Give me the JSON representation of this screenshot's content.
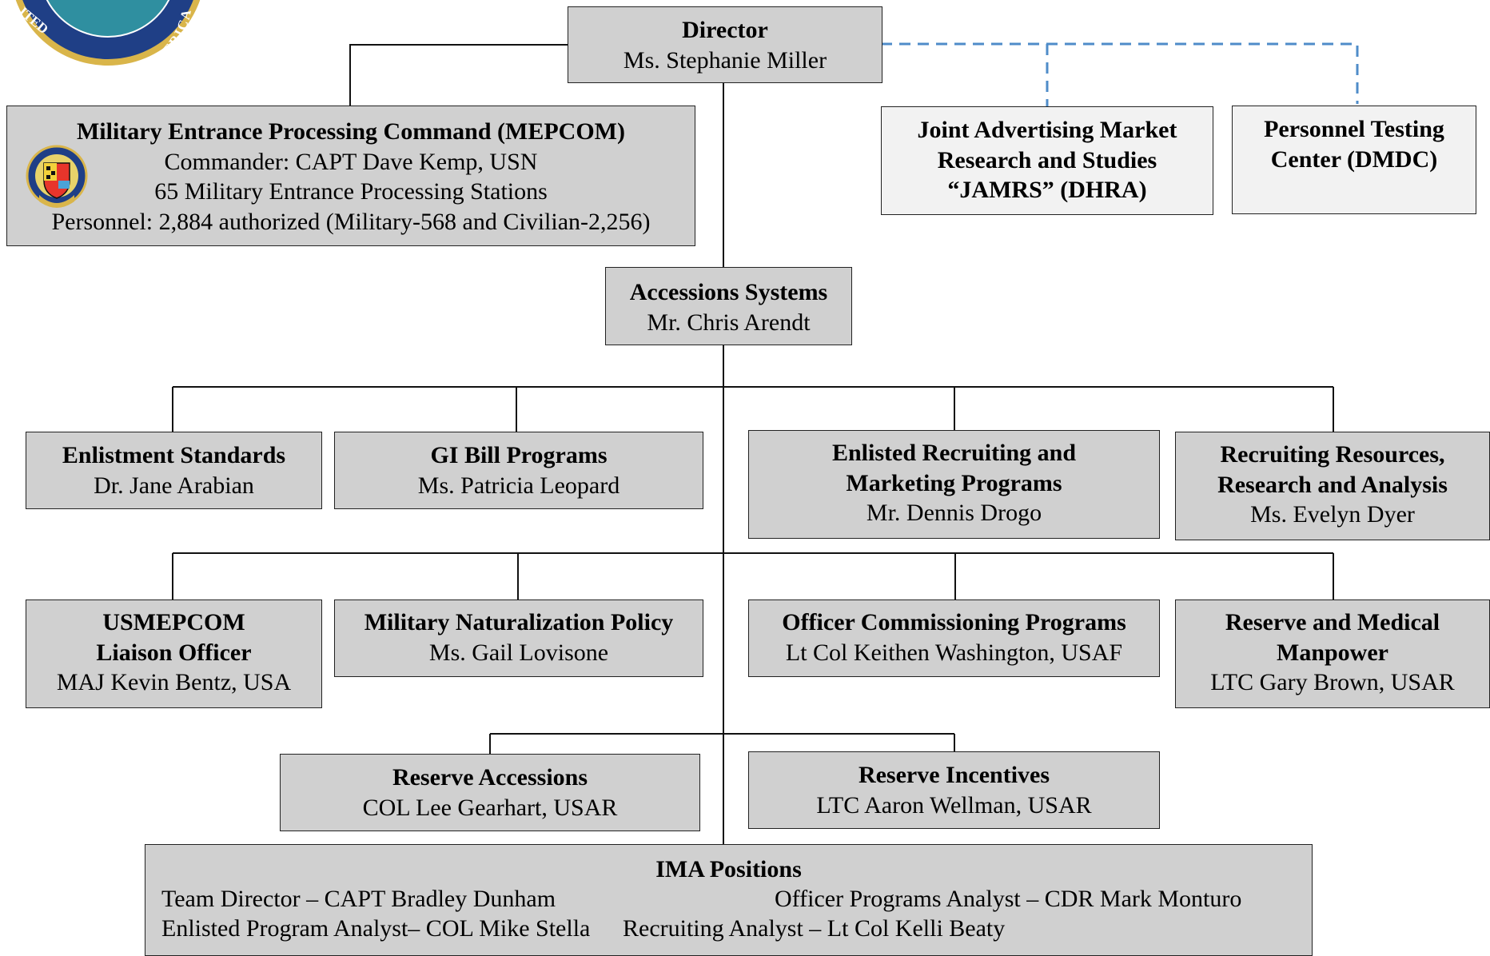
{
  "director": {
    "title": "Director",
    "name": "Ms. Stephanie Miller"
  },
  "mepcom": {
    "title": "Military Entrance Processing Command (MEPCOM)",
    "commander": "Commander: CAPT Dave Kemp, USN",
    "stations": "65  Military Entrance Processing Stations",
    "personnel": "Personnel:  2,884 authorized  (Military-568 and Civilian-2,256)"
  },
  "seal": {
    "text": "STATES OF AMERICA",
    "fragment": "ITED"
  },
  "jamrs": {
    "line1": "Joint Advertising Market",
    "line2": "Research and Studies",
    "line3": "“JAMRS” (DHRA)"
  },
  "ptc": {
    "line1": "Personnel Testing",
    "line2": "Center (DMDC)"
  },
  "accessions": {
    "title": "Accessions Systems",
    "name": "Mr. Chris Arendt"
  },
  "row1": [
    {
      "title_lines": [
        "Enlistment Standards"
      ],
      "name": "Dr. Jane Arabian"
    },
    {
      "title_lines": [
        "GI Bill Programs"
      ],
      "name": "Ms. Patricia Leopard"
    },
    {
      "title_lines": [
        "Enlisted Recruiting and",
        "Marketing Programs"
      ],
      "name": "Mr. Dennis Drogo"
    },
    {
      "title_lines": [
        "Recruiting Resources,",
        "Research and Analysis"
      ],
      "name": "Ms. Evelyn Dyer"
    }
  ],
  "row2": [
    {
      "title_lines": [
        "USMEPCOM",
        "Liaison Officer"
      ],
      "name": "MAJ Kevin Bentz, USA"
    },
    {
      "title_lines": [
        "Military Naturalization Policy"
      ],
      "name": "Ms. Gail Lovisone"
    },
    {
      "title_lines": [
        "Officer Commissioning Programs"
      ],
      "name": "Lt Col Keithen Washington, USAF"
    },
    {
      "title_lines": [
        "Reserve and Medical",
        "Manpower"
      ],
      "name": "LTC Gary Brown, USAR"
    }
  ],
  "row3": [
    {
      "title_lines": [
        "Reserve Accessions"
      ],
      "name": "COL Lee Gearhart, USAR"
    },
    {
      "title_lines": [
        "Reserve Incentives"
      ],
      "name": "LTC Aaron Wellman, USAR"
    }
  ],
  "ima": {
    "title": "IMA Positions",
    "team_director": "Team Director – CAPT Bradley Dunham",
    "officer_analyst": "Officer Programs  Analyst – CDR Mark Monturo",
    "enlisted_analyst": "Enlisted Program Analyst– COL Mike Stella",
    "recruiting_analyst": "Recruiting Analyst – Lt Col Kelli Beaty"
  },
  "colors": {
    "box_fill": "#d0d0d0",
    "light_box_fill": "#f2f2f2",
    "dashed_line": "#4f8cc9",
    "seal_blue": "#1f3f86",
    "seal_gold": "#d9b54a"
  }
}
